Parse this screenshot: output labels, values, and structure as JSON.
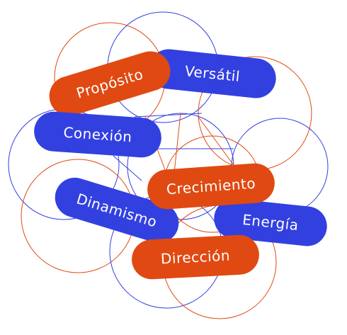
{
  "colors": {
    "blue": "#3340e0",
    "orange": "#e04a12",
    "text": "#ffffff",
    "background": "#ffffff"
  },
  "pills": {
    "versatil": "Versátil",
    "proposito": "Propósito",
    "conexion": "Conexión",
    "crecimiento": "Crecimiento",
    "dinamismo": "Dinamismo",
    "energia": "Energía",
    "direccion": "Dirección"
  }
}
